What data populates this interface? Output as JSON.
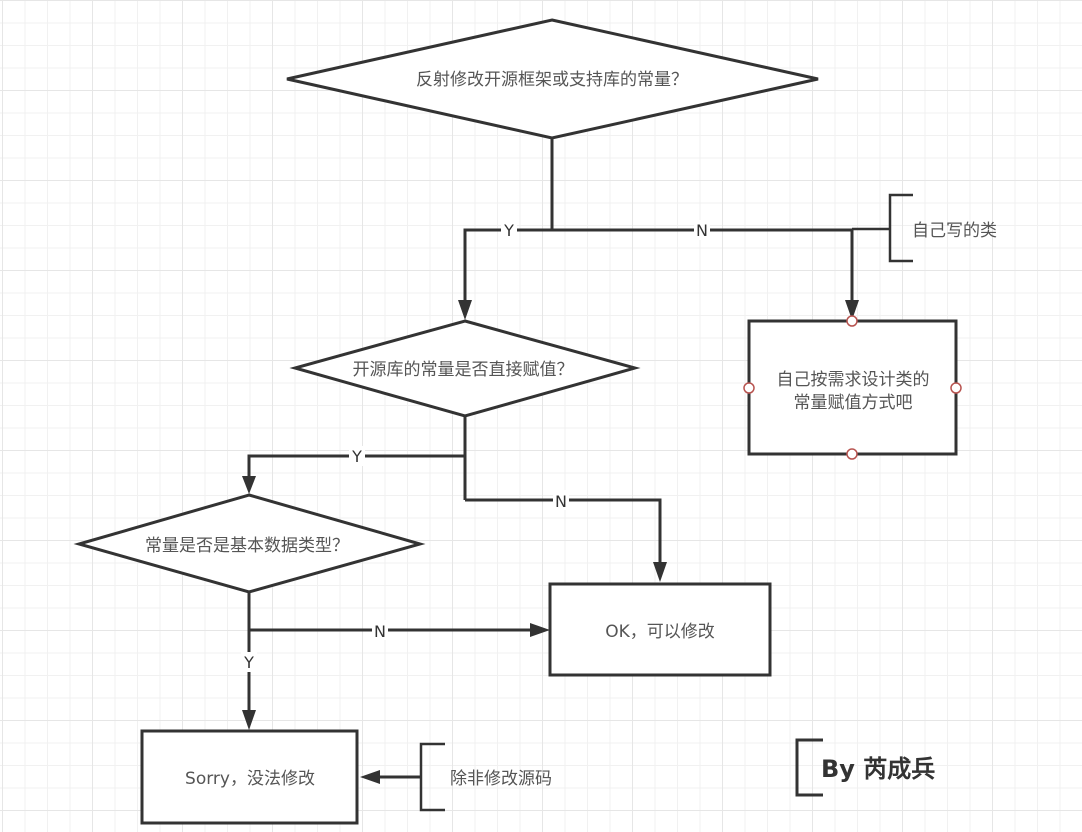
{
  "diagram": {
    "nodes": {
      "q1": {
        "text": "反射修改开源框架或支持库的常量？",
        "shape": "diamond"
      },
      "q2": {
        "text": "开源库的常量是否直接赋值？",
        "shape": "diamond"
      },
      "q3": {
        "text": "常量是否是基本数据类型？",
        "shape": "diamond"
      },
      "own": {
        "text_line1": "自己按需求设计类的",
        "text_line2": "常量赋值方式吧",
        "shape": "rectangle"
      },
      "ok": {
        "text": "OK，可以修改",
        "shape": "rectangle"
      },
      "sorry": {
        "text": "Sorry，没法修改",
        "shape": "rectangle"
      }
    },
    "edges": {
      "q1_yes": {
        "label": "Y",
        "from": "q1",
        "to": "q2"
      },
      "q1_no": {
        "label": "N",
        "from": "q1",
        "to": "own"
      },
      "q2_yes": {
        "label": "Y",
        "from": "q2",
        "to": "q3"
      },
      "q2_no": {
        "label": "N",
        "from": "q2",
        "to": "ok"
      },
      "q3_no": {
        "label": "N",
        "from": "q3",
        "to": "ok"
      },
      "q3_yes": {
        "label": "Y",
        "from": "q3",
        "to": "sorry"
      }
    },
    "annotations": {
      "own_class": {
        "text": "自己写的类"
      },
      "unless_source": {
        "text": "除非修改源码"
      },
      "author": {
        "text": "By 芮成兵"
      }
    },
    "colors": {
      "stroke": "#333333",
      "text": "#555555",
      "handle": "#b85450",
      "grid": "#e6e6e6"
    }
  }
}
